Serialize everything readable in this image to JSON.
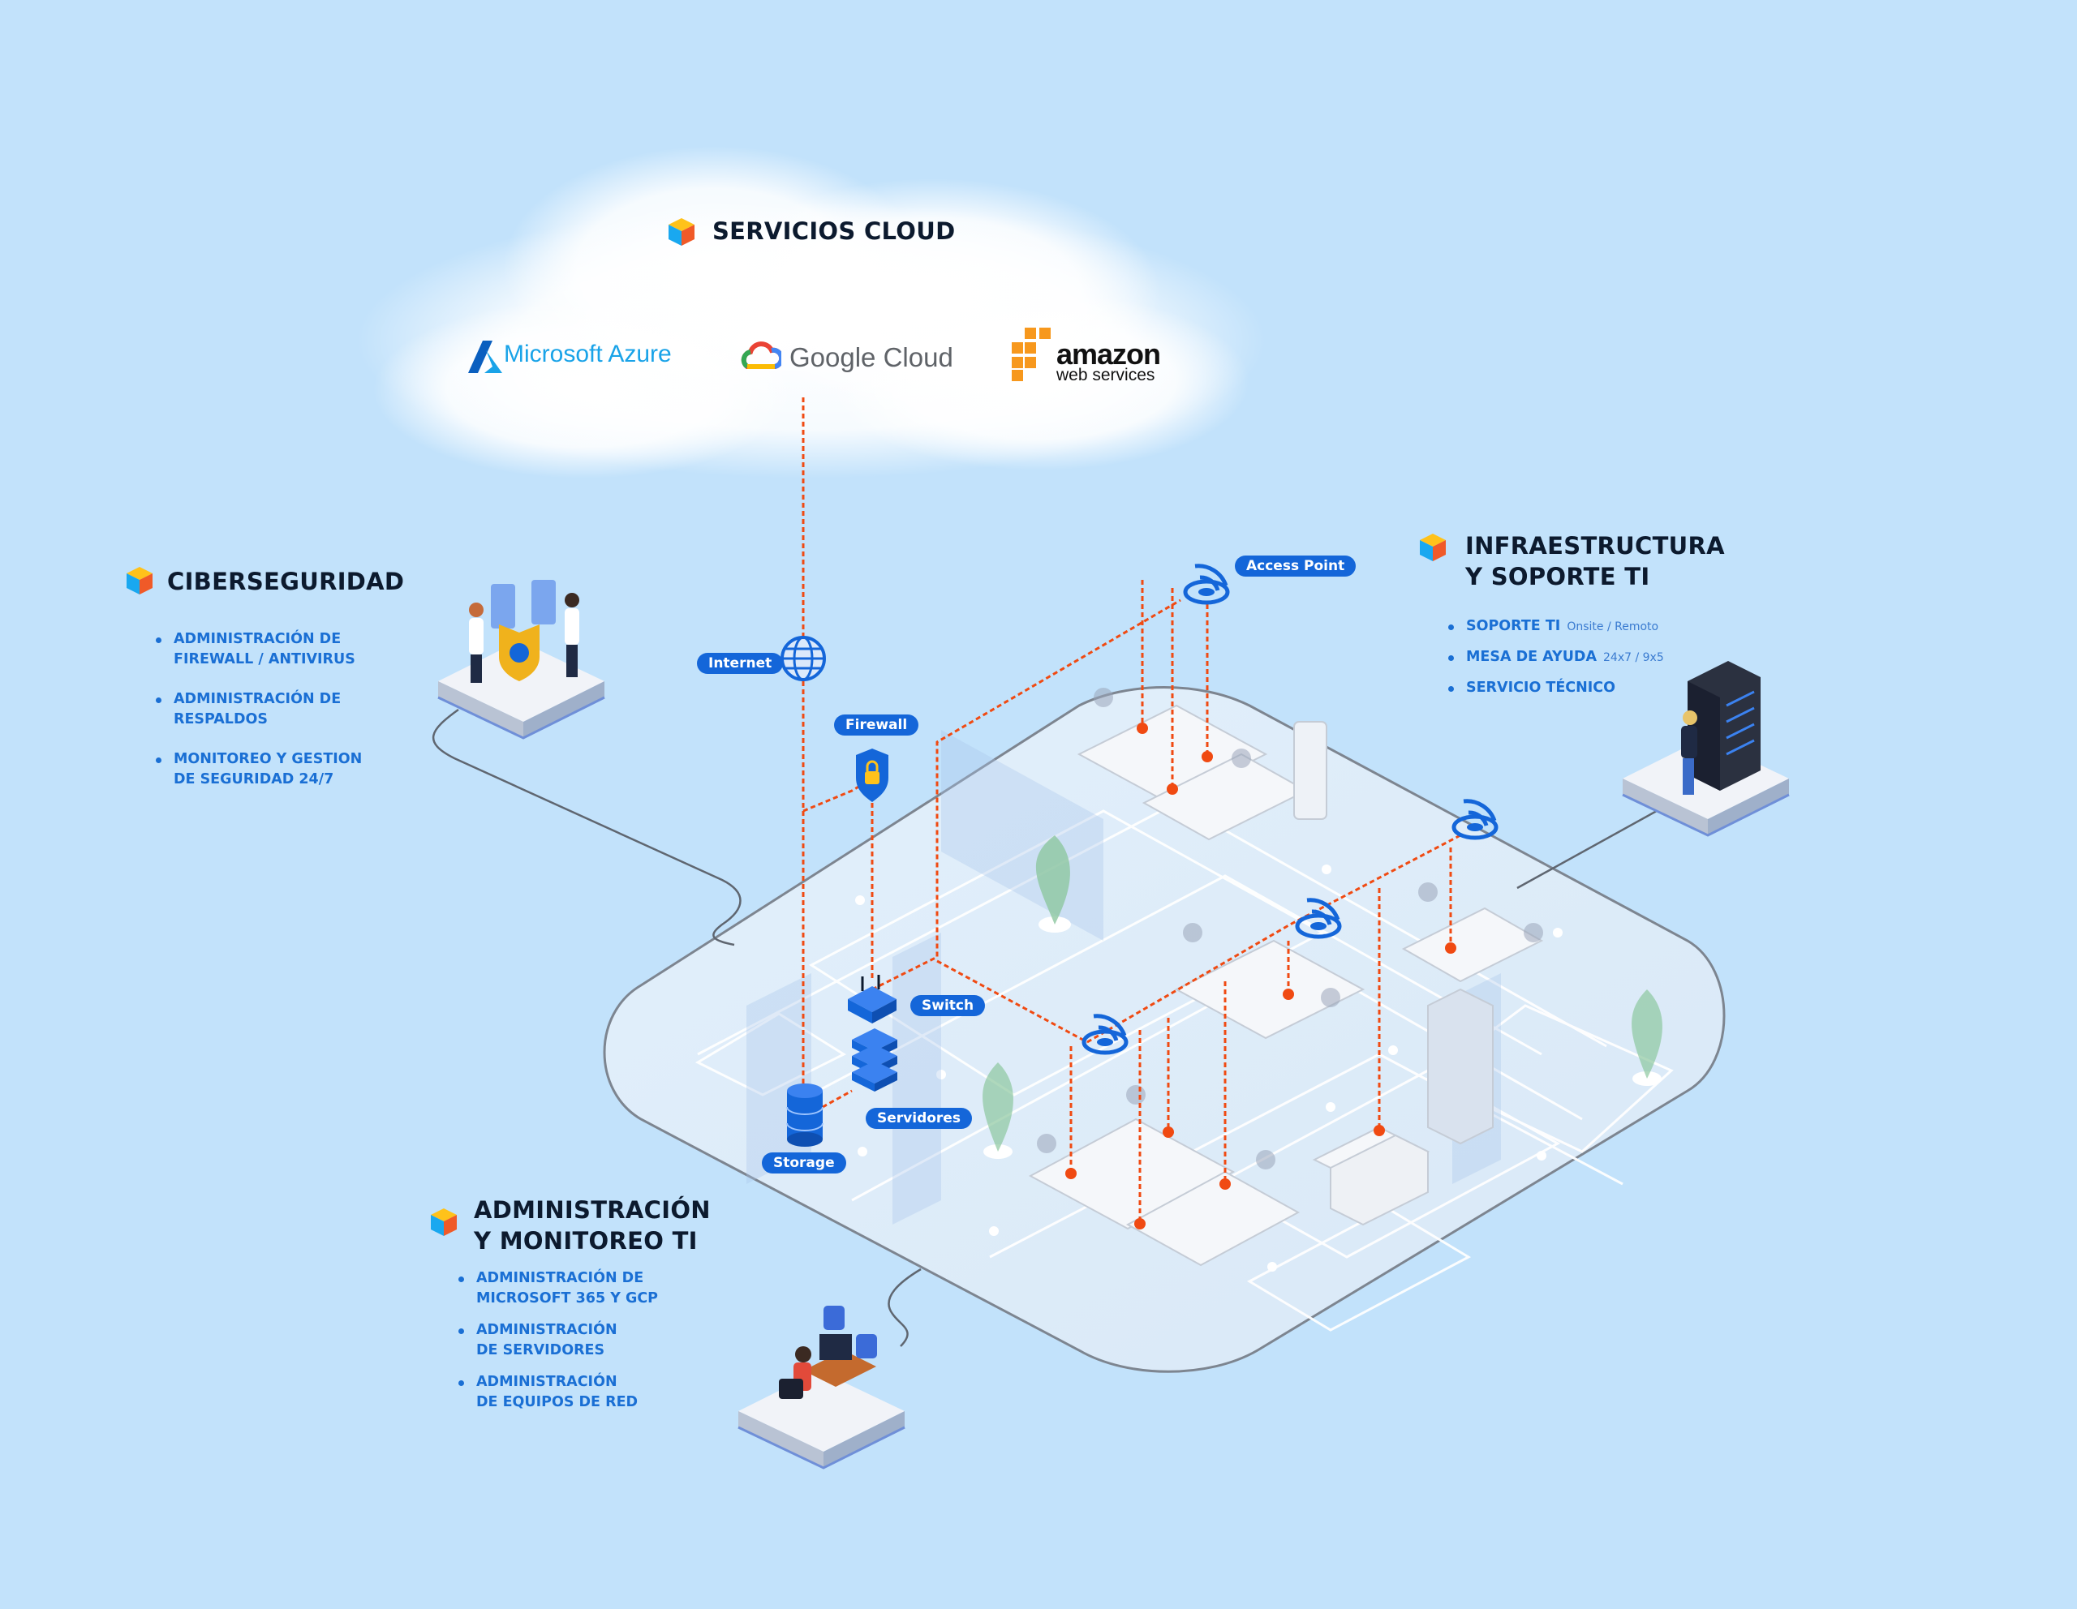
{
  "cloud": {
    "title": "SERVICIOS CLOUD",
    "providers": {
      "azure": "Microsoft Azure",
      "google": "Google Cloud",
      "amazon": "amazon",
      "amazon_sub": "web services"
    }
  },
  "security": {
    "title": "CIBERSEGURIDAD",
    "items": [
      "ADMINISTRACIÓN DE\nFIREWALL / ANTIVIRUS",
      "ADMINISTRACIÓN  DE\nRESPALDOS",
      "MONITOREO Y GESTION\nDE SEGURIDAD 24/7"
    ]
  },
  "infra": {
    "title_line1": "INFRAESTRUCTURA",
    "title_line2": "Y SOPORTE TI",
    "items": [
      {
        "label": "SOPORTE TI",
        "note": "Onsite / Remoto"
      },
      {
        "label": "MESA DE AYUDA",
        "note": "24x7 / 9x5"
      },
      {
        "label": "SERVICIO TÉCNICO",
        "note": ""
      }
    ]
  },
  "admin": {
    "title_line1": "ADMINISTRACIÓN",
    "title_line2": "Y MONITOREO TI",
    "items": [
      "ADMINISTRACIÓN DE\nMICROSOFT 365 Y GCP",
      "ADMINISTRACIÓN\nDE SERVIDORES",
      "ADMINISTRACIÓN\nDE EQUIPOS DE RED"
    ]
  },
  "network": {
    "access_point": "Access Point",
    "internet": "Internet",
    "firewall": "Firewall",
    "switch": "Switch",
    "servers": "Servidores",
    "storage": "Storage"
  },
  "colors": {
    "background": "#c2e2fb",
    "accent": "#1466d9",
    "link": "#f04a12",
    "title": "#0c1a2e"
  }
}
